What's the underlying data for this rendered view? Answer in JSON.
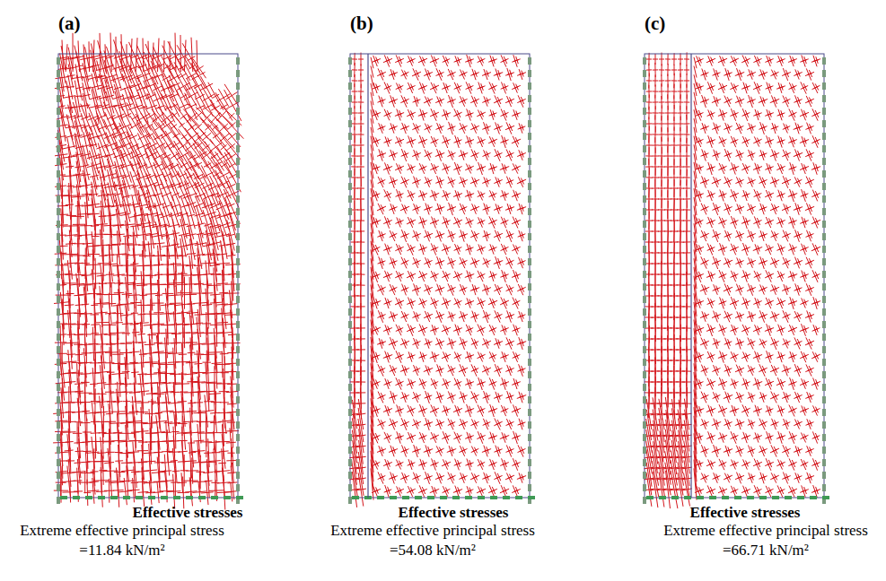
{
  "diagram": {
    "labels": [
      "(a)",
      "(b)",
      "(c)",
      "Effective stresses",
      "Extreme effective principal stress",
      "=11.84 kN/m²",
      "Effective stresses",
      "Extreme effective principal stress",
      "=54.08 kN/m²",
      "Effective stresses",
      "Extreme effective principal stress",
      "=66.71 kN/m²"
    ]
  }
}
